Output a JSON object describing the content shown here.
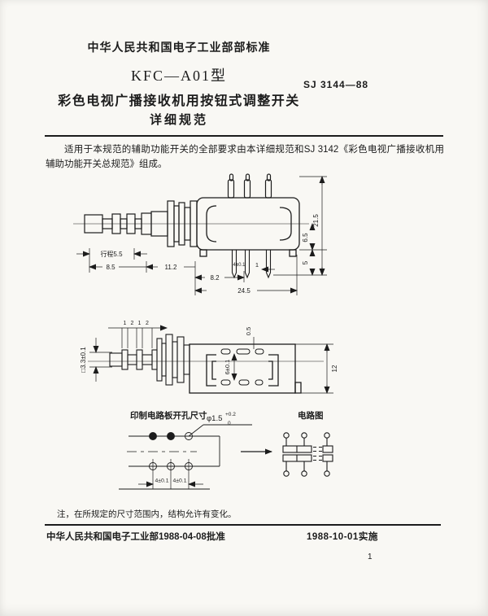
{
  "header": {
    "ministry_standard": "中华人民共和国电子工业部部标准",
    "model": "KFC—A01型",
    "standard_number": "SJ 3144—88",
    "title": "彩色电视广播接收机用按钮式调整开关",
    "subtitle": "详细规范"
  },
  "intro": "适用于本规范的辅助功能开关的全部要求由本详细规范和SJ 3142《彩色电视广播接收机用辅助功能开关总规范》组成。",
  "side_view": {
    "stroke_label": "行程5.5",
    "dim_8_5": "8.5",
    "dim_11_2": "11.2",
    "dim_8_2": "8.2",
    "dim_24_5": "24.5",
    "dim_21_5": "21.5",
    "dim_6_5": "6.5",
    "dim_5": "5",
    "dim_4": "4±0.1",
    "dim_1": "1"
  },
  "top_view": {
    "ticks": [
      "1",
      "2",
      "1",
      "2"
    ],
    "dim_square": "□3.3±0.1",
    "dim_0_5": "0.5",
    "dim_6": "6±0.1",
    "dim_12": "12"
  },
  "pcb": {
    "title": "印制电路板开孔尺寸",
    "hole_dia": "φ1.5",
    "tol_upper": "+0.2",
    "tol_lower": "0",
    "dim_left": "4±0.1",
    "dim_right": "4±0.1"
  },
  "circuit": {
    "title": "电路图"
  },
  "note": "注，在所规定的尺寸范围内，结构允许有变化。",
  "footer": {
    "approved": "中华人民共和国电子工业部1988-04-08批准",
    "effective": "1988-10-01实施"
  },
  "page_number": "1"
}
